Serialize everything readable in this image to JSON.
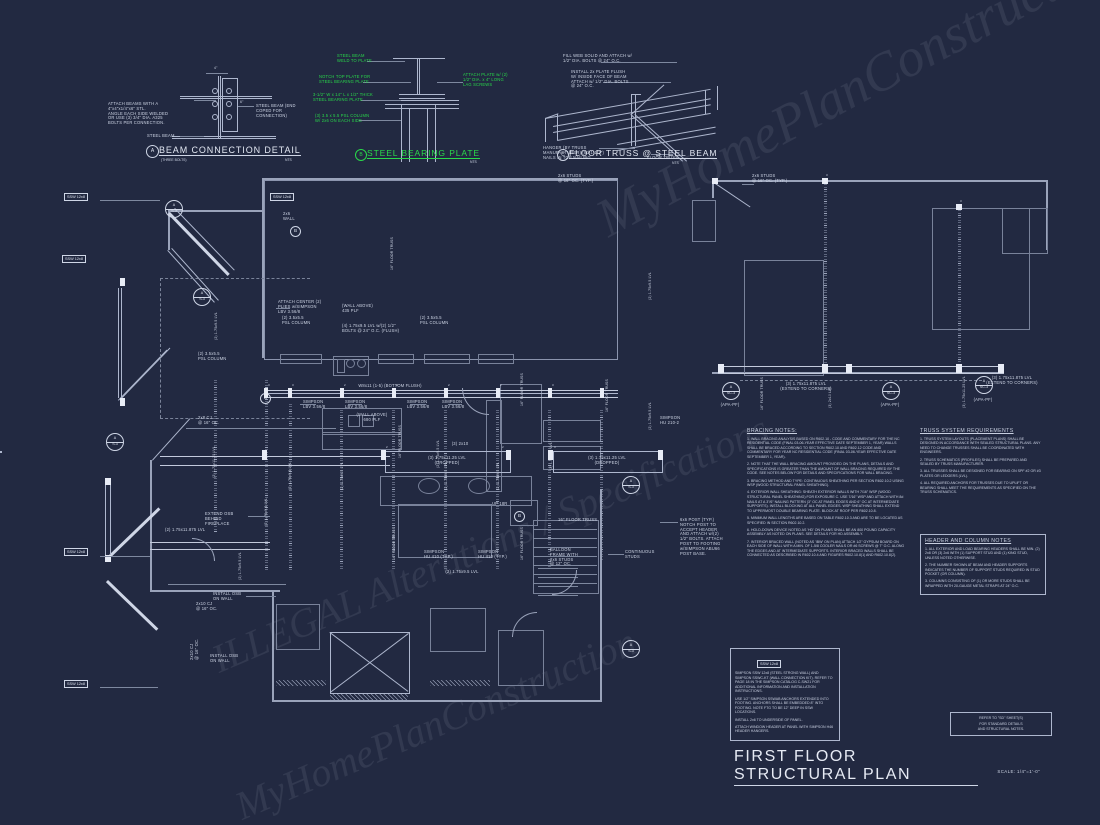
{
  "sheet": {
    "title": "FIRST FLOOR STRUCTURAL PLAN",
    "scale": "SCALE: 1/4\"=1'-0\"",
    "background_color": "#222941",
    "line_color": "#aeb7ce",
    "accent_color": "#29d94a"
  },
  "watermark": {
    "line1": "MyHomePlanConstruction.com",
    "line2": "ILLEGAL Alterations / Specifications",
    "line3": "MyHomePlanConstruction"
  },
  "details": [
    {
      "bubble": "A",
      "title": "BEAM CONNECTION DETAIL",
      "subtitle": "(THREE BOLTS)",
      "scale": "NTS",
      "leaders": [
        "ATTACH BEAMS WITH A\n4\"x4\"x1/4\"x6\" STL.\nANGLE EACH SIDE WELDED\nOR USE (3) 3/4\" DIA. A325\nBOLTS PER CONNECTION.",
        "STEEL BEAM (END\nCOPED FOR\nCONNECTION)",
        "STEEL BEAM"
      ]
    },
    {
      "bubble": "B",
      "title": "STEEL BEARING PLATE",
      "subtitle": "",
      "scale": "NTS",
      "leaders": [
        "STEEL BEAM\nWELD TO PLATE",
        "NOTCH TOP PLATE FOR\nSTEEL BEARING PLATE",
        "3-1/2\" W x 14\" L x 1/2\" THICK\nSTEEL BEARING PLATE",
        "(3) 3.5 x 5.5 PSL COLUMN\nW/ 2x6 ON EACH SIDE",
        "ATTACH PLATE w/ (2)\n1/2\" DIA. x 4\" LONG\nLAG SCREWS"
      ]
    },
    {
      "bubble": "C",
      "title": "FLOOR TRUSS @ STEEL BEAM",
      "subtitle": "",
      "scale": "NTS",
      "leaders": [
        "FILL WEB SOLID AND ATTACH w/\n1/2\" DIA. BOLTS @ 24\" O.C.",
        "INSTALL 2x PLATE FLUSH\nW/ INSIDE FACE OF BEAM\nATTACH w/ 1/2\" DIA. BOLTS\n@ 24\" O.C.",
        "HANGER (BY TRUSS\nMANUFACTURER) (8d-1-1/2\")\nNAILS IN TOP NAILING",
        "FLOOR TRUSS"
      ]
    }
  ],
  "bracing_notes": {
    "title": "BRACING NOTES:",
    "items": [
      "1. WALL BRACING ANALYSIS BASED ON R602.10 - CODE AND COMMENTARY FOR THE NC RESIDENTIAL CODE (FINAL 03-06-YEAR EFFECTIVE DATE SEPTEMBER 1, YEAR) WALLS SHALL BE BRACED ACCORDING TO SECTION R602.10 AND R602.12 CODE AND COMMENTARY FOR YEAR NC RESIDENTIAL CODE (FINAL 03-06-YEAR EFFECTIVE DATE SEPTEMBER 1, YEAR).",
      "2. NOTE THAT THE WALL BRACING AMOUNT PROVIDED ON THE PLANS, DETAILS AND SPECIFICATIONS IS GREATER THAN THE AMOUNT OF WALL BRACING REQUIRED BY THE CODE. SEE NOTES BELOW FOR DETAILS AND SPECIFICATIONS FOR WALL BRACING.",
      "3. BRACING METHOD AND TYPE: CONTINUOUS SHEATHING PER SECTION R602.10.2 USING WSP (WOOD STRUCTURAL PANEL SHEATHING).",
      "4. EXTERIOR WALL SHEATHING: SHEATH EXTERIOR WALLS WITH 7/16\" WSP (WOOD STRUCTURAL PANEL SHEATHING) FOR EXPOSURE C. USE 7/16\" WSP AND ATTACH WITH 8d NAILS AT A 3\"/6\" NAILING PATTERN (3\" OC AT PANEL EDGES AND 6\" OC AT INTERMEDIATE SUPPORTS). INSTALL BLOCKING AT ALL PANEL EDGES. WSP SHEATHING SHALL EXTEND TO UPPERMOST DOUBLE BEARING PLATE. BLOCK AT ROOF PER R602.10.8.",
      "5. MINIMUM WALL LENGTHS ARE BASED ON TABLE R602.10.3 AND ARE TO BE LOCATED AS SPECIFIED IN SECTION R602.10.2.",
      "6. HOLD-DOWN DEVICE NOTED AS 'HD' ON PLANS SHALL BE AN 800 POUND CAPACITY ASSEMBLY AS NOTED ON PLANS. SEE DETAILS FOR HD ASSEMBLY.",
      "7. INTERIOR BRACED WALL (NOTED AS 'IBW' ON PLAN) ATTACH 1/2\" GYPSUM BOARD ON EACH SIDE OF WALL WITH A MIN. OF 1-5/8 COOLER NAILS OR #6 SCREWS @ 7\" O.C. ALONG THE EDGES AND AT INTERMEDIATE SUPPORTS. INTERIOR BRACED WALLS SHALL BE CONNECTED AS DESCRIBED IN R602.10.4 AND FIGURES R602.10.8(1) AND R602.10.8(2)."
    ]
  },
  "truss_notes": {
    "title": "TRUSS SYSTEM REQUIREMENTS",
    "items": [
      "1. TRUSS SYSTEM LAYOUTS (PLACEMENT PLANS) SHALL BE DESIGNED IN ACCORDANCE WITH SEALED STRUCTURAL PLANS. ANY NEED TO CHANGE TRUSSES SHALL BE COORDINATED WITH ENGINEERS.",
      "2. TRUSS SCHEMATICS (PROFILES) SHALL BE PREPARED AND SEALED BY TRUSS MANUFACTURER.",
      "3. ALL TRUSSES SHALL BE DESIGNED FOR BEARING ON SPF #2 OR #3 PLATES OR LEDGERS (LVL).",
      "4. ALL REQUIRED ANCHORS FOR TRUSSES DUE TO UPLIFT OR BEARING SHALL MEET THE REQUIREMENTS AS SPECIFIED ON THE TRUSS SCHEMATICS."
    ]
  },
  "header_notes": {
    "title": "HEADER AND COLUMN NOTES",
    "items": [
      "1. ALL EXTERIOR AND LOAD BEARING HEADERS SHALL BE MIN. (2) 2x8 OR (3) 2x6 WITH (1) SUPPORT STUD AND (1) KING STUD, UNLESS NOTED OTHERWISE.",
      "2. THE NUMBER SHOWN AT BEAM AND HEADER SUPPORTS INDICATES THE NUMBER OF SUPPORT STUDS REQUIRED IN STUD POCKET (OR COLUMN).",
      "3. COLUMNS CONSISTING OF (1) OR MORE STUDS SHALL BE WRAPPED WITH 20-GAUGE METAL STRAPS AT 24\" O.C."
    ]
  },
  "ssw_notes": {
    "tag": "SSW 12x8",
    "items": [
      "SIMPSON SSW 12x8 (STEEL STRONG WALL) AND SIMPSON SSWC-KT (WALL CONNECTION KIT). REFER TO PAGE 18 IN THE SIMPSON CATALOG C-SW21 FOR ADDITIONAL INFORMATION AND INSTALLATION INSTRUCTIONS.",
      "USE 1/2\" SIMPSON SSWAB ANCHORS EXTENDED INTO FOOTING. ANCHORS SHALL BE EMBEDDED 8\" INTO FOOTING. NOTE FTG TO BE 12\" DEEP IN SSW LOCATIONS.",
      "INSTALL 2x6 TO UNDERSIDE OF PANEL.",
      "ATTACH WINDOW HEADER AT PANEL WITH SIMPSON H46 HEADER HANGERS."
    ]
  },
  "refer_box": {
    "lines": [
      "REFER TO \"SD\" SHEET(S)",
      "FOR STANDARD DETAILS",
      "AND STRUCTURAL NOTES."
    ]
  },
  "plan_labels": [
    {
      "id": "lbl-2x6-studs",
      "text": "2x6 STUDS\n@ 16\" OC. (TYP.)"
    },
    {
      "id": "lbl-2x6-studs2",
      "text": "2x6 STUDS\n@ 16\" OC. (TYP.)"
    },
    {
      "id": "lbl-2x6-wall",
      "text": "2x6\nWALL"
    },
    {
      "id": "lbl-attach-center",
      "text": "ATTACH CENTER (2)\nPLIES w/SIMPSON\nLBV 3.56/8"
    },
    {
      "id": "lbl-psl-col-1",
      "text": "(2) 3.5x5.5\nPSL COLUMN"
    },
    {
      "id": "lbl-psl-col-2",
      "text": "(2) 3.5x5.5\nPSL COLUMN"
    },
    {
      "id": "lbl-psl-col-3",
      "text": "(2) 3.5x5.5\nPSL COLUMN"
    },
    {
      "id": "lbl-wall-above-435",
      "text": "(WALL ABOVE)\n435 PLF"
    },
    {
      "id": "lbl-lvl-flush",
      "text": "(4) 1.75x9.5 LVL w/(2) 1/2\"\nBOLTS @ 24\" O.C. (FLUSH)"
    },
    {
      "id": "lbl-w8x11",
      "text": "W8x11 (1-5) (BOTTOM FLUSH)"
    },
    {
      "id": "lbl-simpson-1",
      "text": "SIMPSON\nLBV 3.56/8"
    },
    {
      "id": "lbl-simpson-2",
      "text": "SIMPSON\nLBV 3.56/8"
    },
    {
      "id": "lbl-simpson-3",
      "text": "SIMPSON\nLBV 3.56/8"
    },
    {
      "id": "lbl-simpson-4",
      "text": "SIMPSON\nLBV 3.56/8"
    },
    {
      "id": "lbl-wall-above-680",
      "text": "(WALL ABOVE)\n680 PLF"
    },
    {
      "id": "lbl-simpson-hu",
      "text": "SIMPSON\nHU 410 (TYP.)"
    },
    {
      "id": "lbl-simpson-hu2",
      "text": "SIMPSON\nHU 410 (TYP.)"
    },
    {
      "id": "lbl-simpson-hu3",
      "text": "SIMPSON\nHU 210-2"
    },
    {
      "id": "lbl-extend-osb",
      "text": "EXTEND OSB\nBEHIND\nFIREPLACE"
    },
    {
      "id": "lbl-install-osb",
      "text": "INSTALL OSB\nON WALL"
    },
    {
      "id": "lbl-install-osb2",
      "text": "INSTALL OSB\nON WALL"
    },
    {
      "id": "lbl-balloon",
      "text": "BALLOON\nFRAME WITH\n2x6 STUDS\n@ 12\" OC."
    },
    {
      "id": "lbl-cont-studs",
      "text": "CONTINUOUS\nSTUDS"
    },
    {
      "id": "lbl-6x6-post",
      "text": "6x6 POST (TYP.)\nNOTCH POST TO\nACCEPT HEADER\nAND ATTACH w/(2)\n1/2\" BOLTS. ATTACH\nPOST TO FOOTING\nw/SIMPSON ABU66\nPOST BASE."
    },
    {
      "id": "lbl-lvl-extend-1",
      "text": "(3) 1.75x11.875 LVL\n(EXTEND TO CORNERS)"
    },
    {
      "id": "lbl-lvl-extend-2",
      "text": "(3) 1.75x11.875 LVL\n(EXTEND TO CORNERS)"
    },
    {
      "id": "lbl-2x8-cj",
      "text": "2x8 CJ\n@ 16\" OC."
    },
    {
      "id": "lbl-2x10-cj",
      "text": "2x10 CJ\n@ 16\" OC."
    },
    {
      "id": "lbl-2x10-cj2",
      "text": "2x10 CJ\n@ 16\" OC."
    },
    {
      "id": "lbl-lvl-2x11875",
      "text": "(2) 1.75x11.875 LVL"
    },
    {
      "id": "lbl-lvl-drop-1",
      "text": "(3) 1.75x11.25 LVL\n(DROPPED)"
    },
    {
      "id": "lbl-lvl-drop-2",
      "text": "(3) 1.75x11.25 LVL\n(DROPPED)"
    },
    {
      "id": "lbl-lvl-175x95",
      "text": "(2) 1.75x9.5 LVL"
    },
    {
      "id": "lbl-2x10-hdr",
      "text": "(3) 2x10"
    },
    {
      "id": "lbl-16-floor-1",
      "text": "16\" FLOOR TRUSS"
    },
    {
      "id": "lbl-16-floor-2",
      "text": "16\" FLOOR TRUSS"
    },
    {
      "id": "lbl-16-floor-3",
      "text": "16\" FLOOR TRUSS"
    },
    {
      "id": "lbl-16-floor-4",
      "text": "16\" FLOOR TRUSS"
    },
    {
      "id": "lbl-16-floor-5",
      "text": "16\" FLOOR TRUSS"
    },
    {
      "id": "lbl-up-18r",
      "text": "UP 18R"
    },
    {
      "id": "lbl-dn",
      "text": "DN"
    }
  ],
  "ssw_tags": [
    "SSW 12x8",
    "SSW 12x8",
    "SSW 12x8",
    "SSW 12x8",
    "SSW 12x8"
  ],
  "detail_bubbles": [
    {
      "top": "A",
      "bot": "S-3"
    },
    {
      "top": "A",
      "bot": "S-3"
    },
    {
      "top": "A",
      "bot": "S-3"
    },
    {
      "top": "A",
      "bot": "S-3"
    },
    {
      "top": "A",
      "bot": "S-3"
    },
    {
      "top": "A",
      "bot": "SC-3"
    },
    {
      "top": "A",
      "bot": "SC-3"
    },
    {
      "top": "A",
      "bot": "SC-3"
    }
  ],
  "apa_labels": [
    "(APA-PF)",
    "(APA-PF)",
    "(APA-PF)"
  ]
}
